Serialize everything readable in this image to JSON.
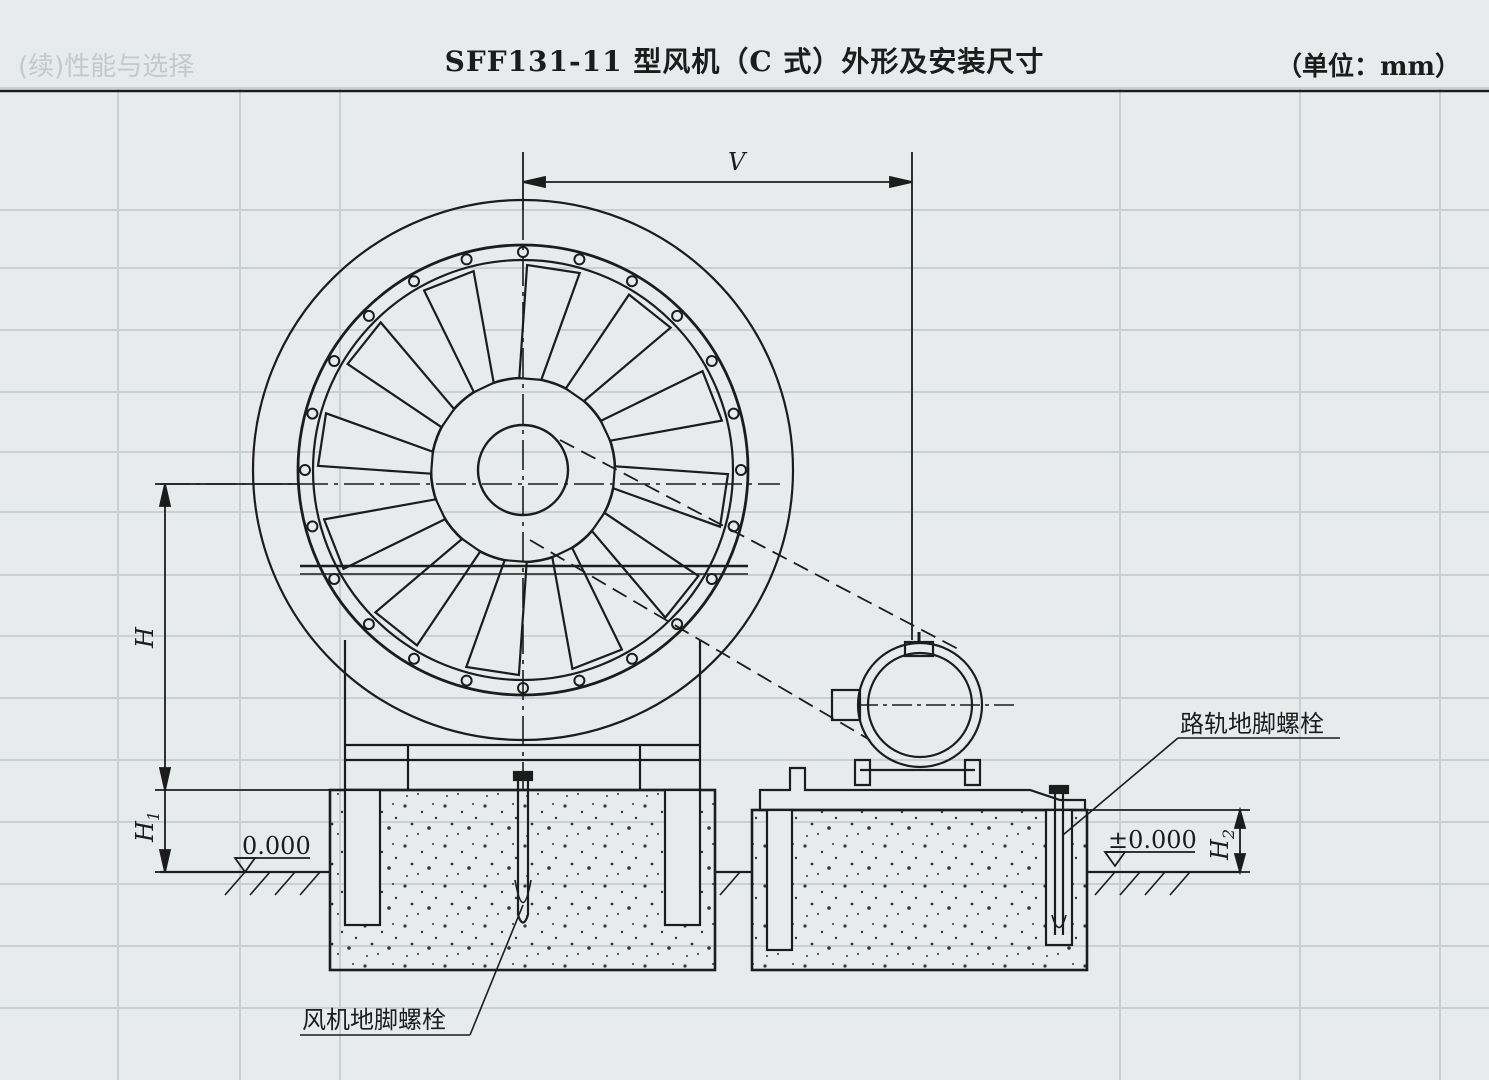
{
  "header": {
    "title": "SFF131-11 型风机（C 式）外形及安装尺寸",
    "unit": "（单位：mm）",
    "ghost_text": "(续)性能与选择"
  },
  "labels": {
    "level_left": "0.000",
    "level_right": "±0.000",
    "fan_bolt": "风机地脚螺栓",
    "rail_bolt": "路轨地脚螺栓"
  },
  "dimensions": {
    "v": "V",
    "h": "H",
    "h1_main": "H",
    "h1_sub": "1",
    "h2_main": "H",
    "h2_sub": "2"
  },
  "colors": {
    "ink": "#1c1c1c",
    "paper": "#e7ebec",
    "ghost_grid": "#c9d0d3"
  }
}
